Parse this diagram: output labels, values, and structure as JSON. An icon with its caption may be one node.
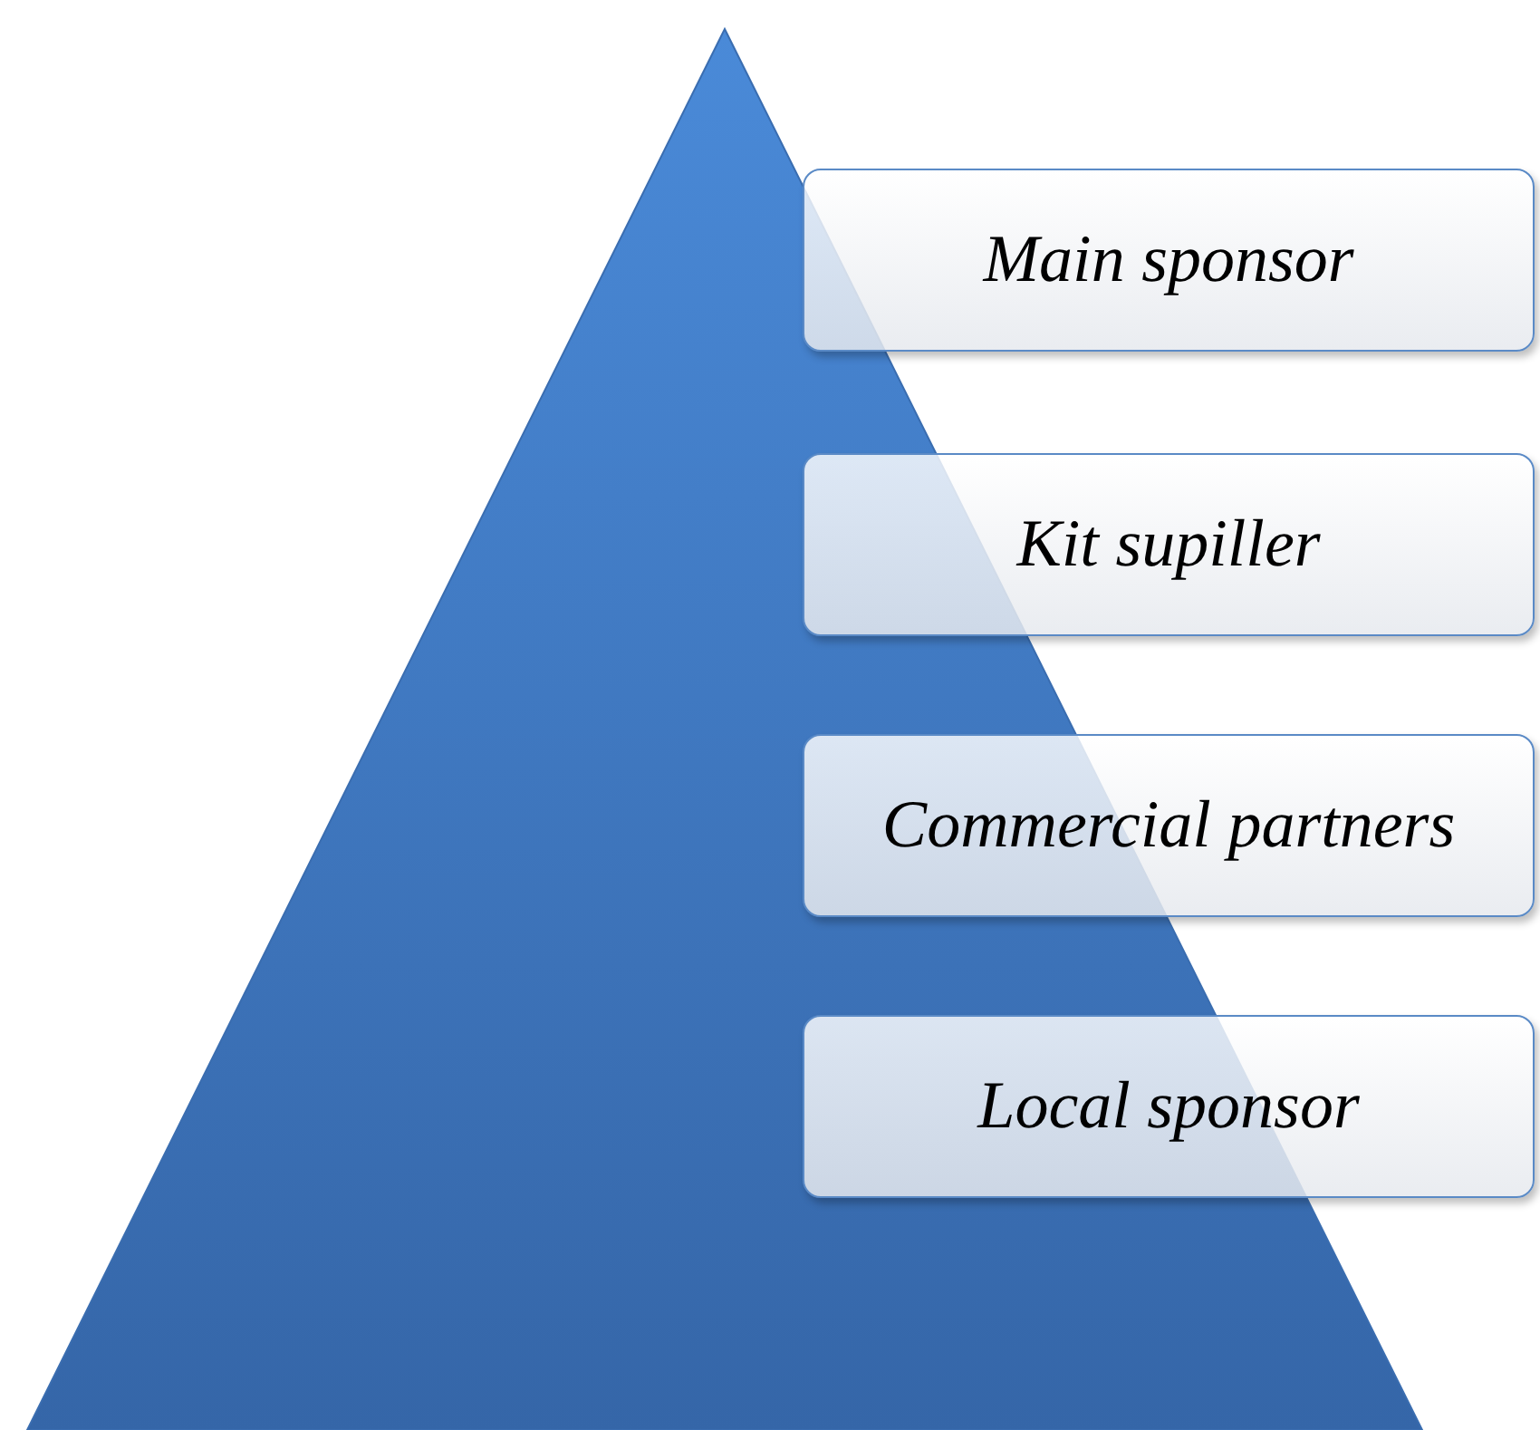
{
  "diagram": {
    "nodes": [
      {
        "text": [
          "Main sponsor"
        ]
      },
      {
        "text": [
          "Kit supiller"
        ]
      },
      {
        "text": [
          "Commercial partners"
        ]
      },
      {
        "text": [
          "Local sponsor"
        ]
      }
    ]
  }
}
